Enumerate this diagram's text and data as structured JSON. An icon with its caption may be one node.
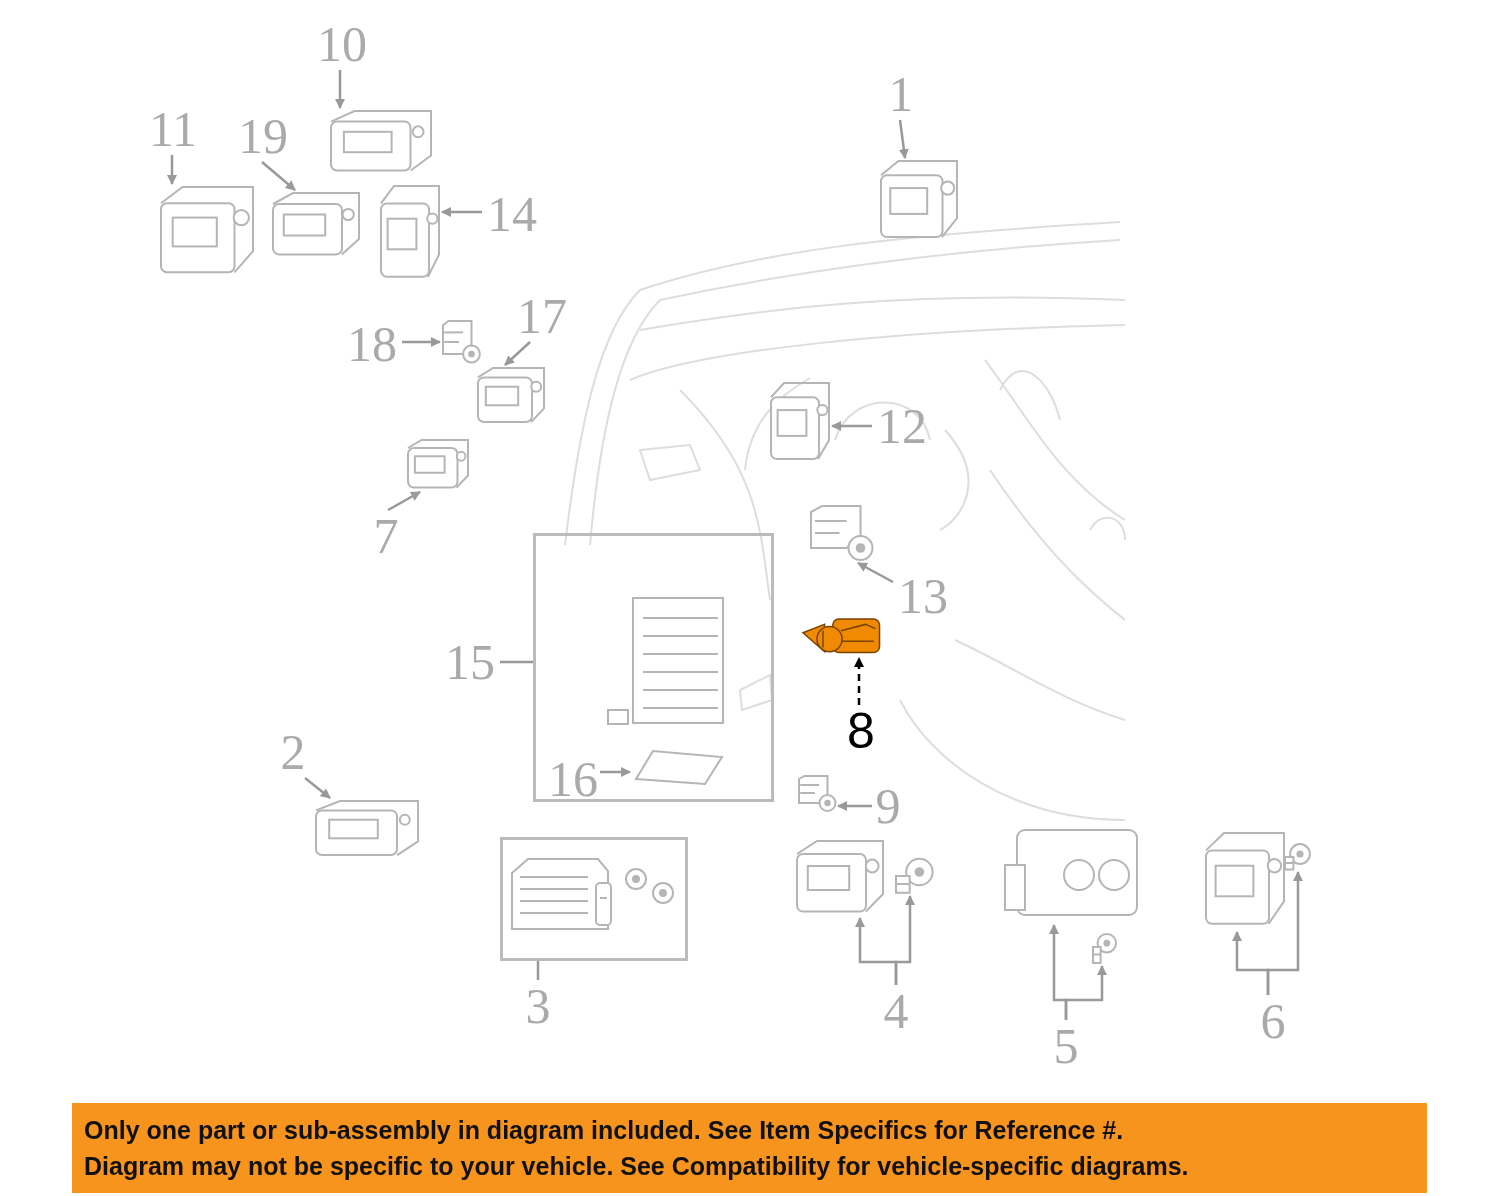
{
  "diagram": {
    "nodes": [
      {
        "text": [
          "10"
        ]
      },
      {
        "text": [],
        "shape": "picture"
      },
      {
        "text": [
          "11"
        ]
      },
      {
        "text": [],
        "shape": "picture"
      },
      {
        "text": [
          "19"
        ]
      },
      {
        "text": [],
        "shape": "picture"
      },
      {
        "text": [
          "14"
        ]
      },
      {
        "text": [],
        "shape": "picture"
      },
      {
        "text": [
          "1"
        ]
      },
      {
        "text": [],
        "shape": "picture"
      },
      {
        "text": [
          "18"
        ]
      },
      {
        "text": [],
        "shape": "picture"
      },
      {
        "text": [
          "17"
        ]
      },
      {
        "text": [],
        "shape": "picture"
      },
      {
        "text": [
          "12"
        ]
      },
      {
        "text": [],
        "shape": "picture"
      },
      {
        "text": [
          "7"
        ]
      },
      {
        "text": [],
        "shape": "picture"
      },
      {
        "text": [
          "13"
        ]
      },
      {
        "text": [],
        "shape": "picture"
      },
      {
        "text": [
          "15"
        ]
      },
      {
        "text": [],
        "shape": "box"
      },
      {
        "text": [],
        "shape": "picture",
        "in": 21
      },
      {
        "text": [
          "16"
        ],
        "in": 21
      },
      {
        "text": [],
        "shape": "picture",
        "in": 21
      },
      {
        "text": [],
        "shape": "picture"
      },
      {
        "text": [
          "8"
        ]
      },
      {
        "text": [
          "2"
        ]
      },
      {
        "text": [],
        "shape": "picture"
      },
      {
        "text": [
          "9"
        ]
      },
      {
        "text": [],
        "shape": "picture"
      },
      {
        "text": [],
        "shape": "box"
      },
      {
        "text": [],
        "shape": "picture",
        "in": 31
      },
      {
        "text": [
          "3"
        ]
      },
      {
        "text": [],
        "shape": "picture"
      },
      {
        "text": [],
        "shape": "picture"
      },
      {
        "text": [
          "4"
        ]
      },
      {
        "text": [],
        "shape": "picture"
      },
      {
        "text": [],
        "shape": "picture"
      },
      {
        "text": [
          "5"
        ]
      },
      {
        "text": [],
        "shape": "picture"
      },
      {
        "text": [],
        "shape": "picture"
      },
      {
        "text": [
          "6"
        ]
      }
    ],
    "edges": [
      {
        "from": 0,
        "to": 1,
        "arrow": "to"
      },
      {
        "from": 2,
        "to": 3,
        "arrow": "to"
      },
      {
        "from": 4,
        "to": 5,
        "arrow": "to"
      },
      {
        "from": 6,
        "to": 7,
        "arrow": "to"
      },
      {
        "from": 8,
        "to": 9,
        "arrow": "to"
      },
      {
        "from": 10,
        "to": 11,
        "arrow": "to"
      },
      {
        "from": 12,
        "to": 13,
        "arrow": "to"
      },
      {
        "from": 14,
        "to": 15,
        "arrow": "to"
      },
      {
        "from": 16,
        "to": 17,
        "arrow": "to"
      },
      {
        "from": 18,
        "to": 19,
        "arrow": "to"
      },
      {
        "from": 20,
        "to": 21,
        "arrow": "none"
      },
      {
        "from": 23,
        "to": 24,
        "arrow": "to"
      },
      {
        "from": 26,
        "to": 25,
        "arrow": "to",
        "style": "dashed",
        "color": "#000000"
      },
      {
        "from": 27,
        "to": 28,
        "arrow": "to"
      },
      {
        "from": 29,
        "to": 30,
        "arrow": "to"
      },
      {
        "from": 33,
        "to": 31,
        "arrow": "none"
      },
      {
        "from": 36,
        "to": 34,
        "arrow": "to"
      },
      {
        "from": 36,
        "to": 35,
        "arrow": "to"
      },
      {
        "from": 39,
        "to": 37,
        "arrow": "to"
      },
      {
        "from": 39,
        "to": 38,
        "arrow": "to"
      },
      {
        "from": 42,
        "to": 40,
        "arrow": "to"
      },
      {
        "from": 42,
        "to": 41,
        "arrow": "to"
      }
    ],
    "labels": [
      "Only one part or sub-assembly in diagram included. See Item Specifics for Reference #.",
      "Diagram may not be specific to your vehicle. See Compatibility for vehicle-specific diagrams."
    ]
  }
}
